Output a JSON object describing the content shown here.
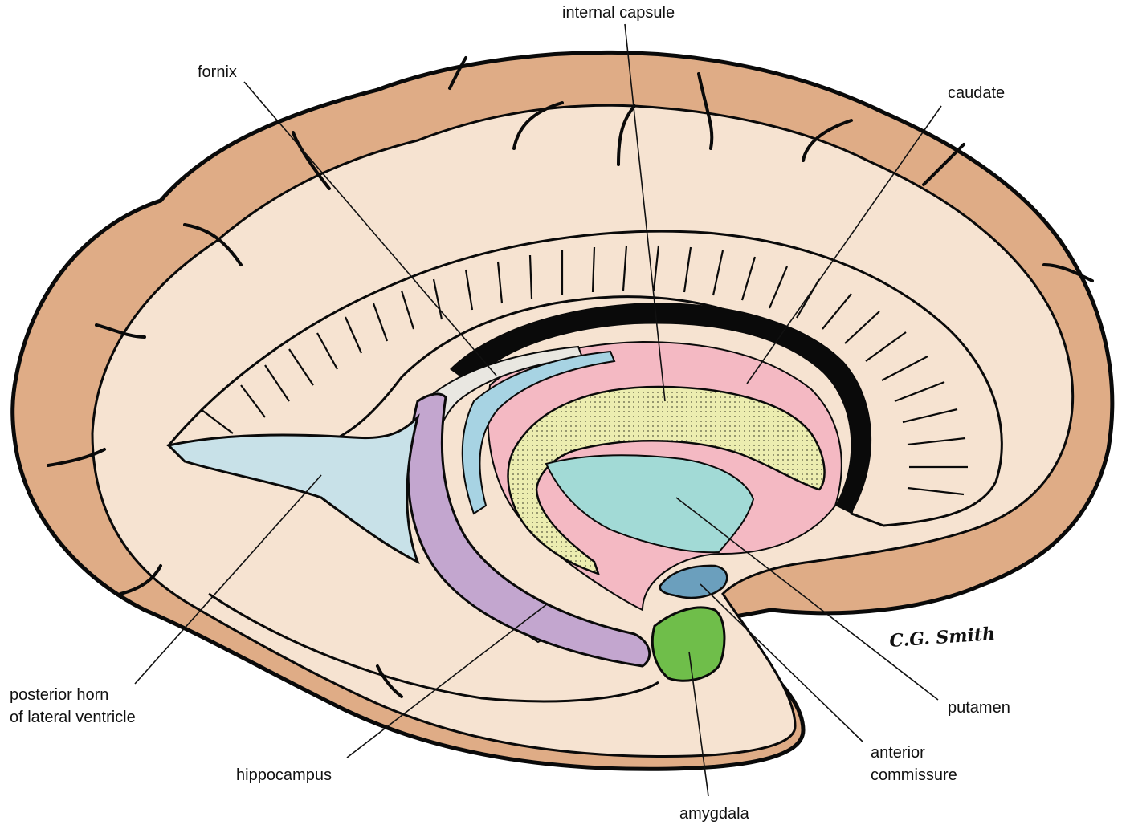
{
  "labels": {
    "internal_capsule": "internal capsule",
    "fornix": "fornix",
    "caudate": "caudate",
    "posterior_horn_line1": "posterior horn",
    "posterior_horn_line2": "of lateral ventricle",
    "hippocampus": "hippocampus",
    "amygdala": "amygdala",
    "putamen": "putamen",
    "anterior_commissure_line1": "anterior",
    "anterior_commissure_line2": "commissure"
  },
  "signature": "C.G. Smith",
  "colors": {
    "cortex": "#dfac86",
    "white_matter": "#f6e3d1",
    "outline": "#0a0a0a",
    "posterior_horn": "#c8e1e8",
    "hippocampus": "#c3a6cf",
    "fornix": "#e9e7e1",
    "ventricle_blue": "#a7d3e3",
    "caudate": "#f4b9c3",
    "internal_capsule": "#ecedb0",
    "putamen": "#a2dad6",
    "amygdala": "#6fbe4a",
    "anterior_commissure": "#6b9fbd"
  }
}
